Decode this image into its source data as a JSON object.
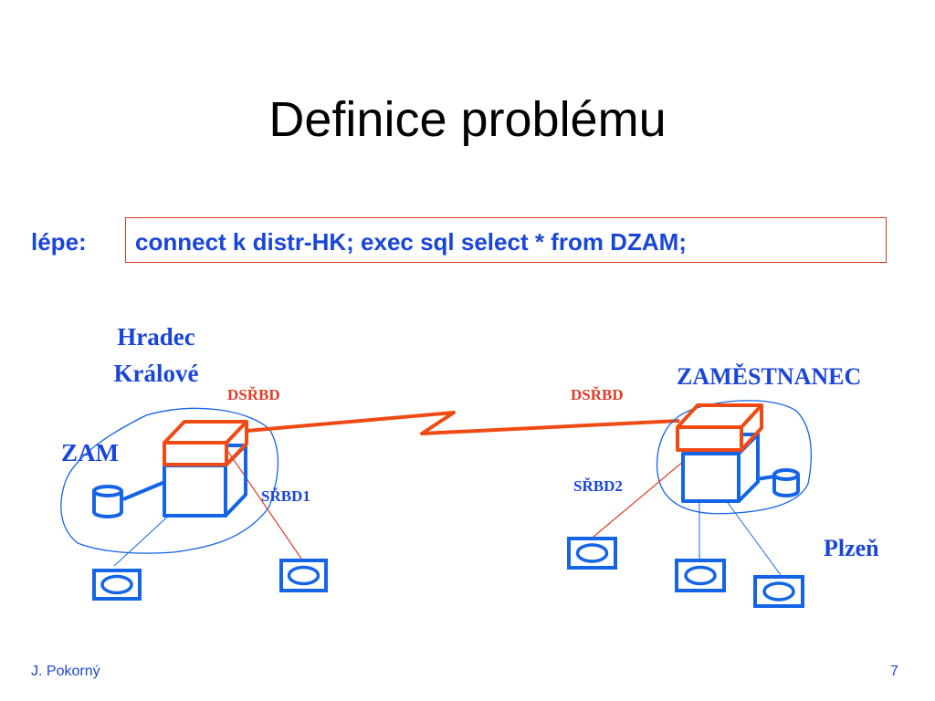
{
  "slide": {
    "title": "Definice problému",
    "query_label": "lépe:",
    "query_text": "connect k distr-HK; exec sql select * from DZAM;",
    "footer_author": "J. Pokorný",
    "page_number": "7"
  },
  "diagram": {
    "left_site": {
      "city_line1": "Hradec",
      "city_line2": "Králové",
      "dsrbd_label": "DSŘBD",
      "srbd_label": "SŘBD1",
      "table_label": "ZAM"
    },
    "right_site": {
      "table_label": "ZAMĚSTNANEC",
      "dsrbd_label": "DSŘBD",
      "srbd_label": "SŘBD2",
      "city": "Plzeň"
    }
  },
  "colors": {
    "blue": "#1464e6",
    "red_orange": "#f04a14",
    "thin_red": "#e03c28",
    "box_border": "#d63a1c",
    "text_blue": "#1a46d8"
  }
}
